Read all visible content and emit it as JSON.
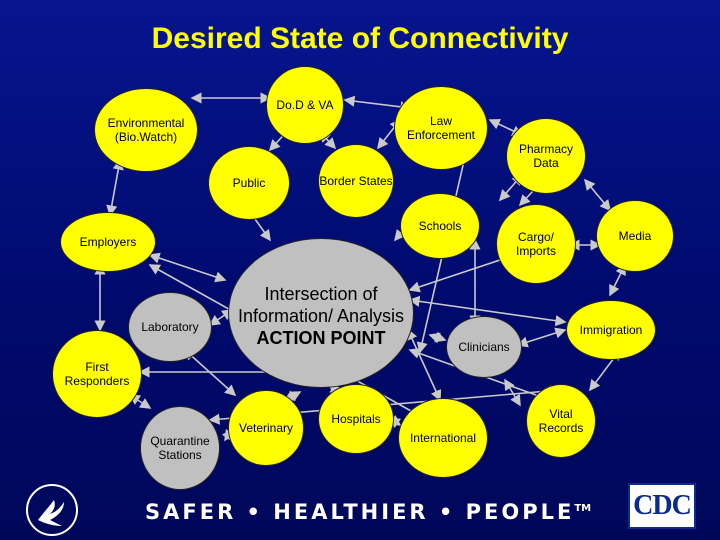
{
  "title": "Desired State of Connectivity",
  "nodes": {
    "dod": "Do.D & VA",
    "law": "Law Enforcement",
    "env": "Environmental (Bio.Watch)",
    "pharmacy": "Pharmacy Data",
    "public": "Public",
    "border": "Border States",
    "schools": "Schools",
    "cargo": "Cargo/ Imports",
    "media": "Media",
    "employers": "Employers",
    "center_line1": "Intersection of Information/ Analysis",
    "center_line2": "ACTION POINT",
    "laboratory": "Laboratory",
    "immigration": "Immigration",
    "clinicians": "Clinicians",
    "first_responders": "First Responders",
    "veterinary": "Veterinary",
    "hospitals": "Hospitals",
    "international": "International",
    "vital": "Vital Records",
    "quarantine": "Quarantine Stations"
  },
  "footer": {
    "tagline": "SAFER • HEALTHIER • PEOPLE",
    "trademark": "TM",
    "cdc_logo_text": "CDC"
  },
  "colors": {
    "background": "#000a6e",
    "title": "#ffff00",
    "node_yellow": "#ffff00",
    "node_gray": "#c0c0c0",
    "arrow": "#c9c9c9"
  },
  "icons": [
    "hhs-eagle-logo",
    "cdc-logo"
  ]
}
